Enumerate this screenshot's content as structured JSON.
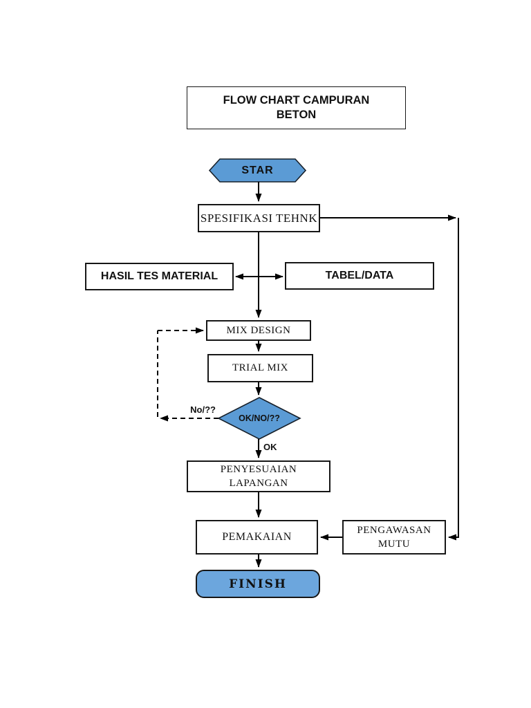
{
  "title": {
    "line1": "FLOW CHART CAMPURAN",
    "line2": "BETON"
  },
  "colors": {
    "shape_blue": "#5B9BD5",
    "finish_blue": "#6CA6DD",
    "line_black": "#000000"
  },
  "nodes": {
    "start": "STAR",
    "spec": "SPESIFIKASI TEHNK",
    "hasil": "HASIL TES MATERIAL",
    "tabel": "TABEL/DATA",
    "mix": "MIX DESIGN",
    "trial": "TRIAL MIX",
    "decision": "OK/NO/??",
    "penyesuaian_line1": "PENYESUAIAN",
    "penyesuaian_line2": "LAPANGAN",
    "pemakaian": "PEMAKAIAN",
    "pengawasan_line1": "PENGAWASAN",
    "pengawasan_line2": "MUTU",
    "finish": "FINISH"
  },
  "labels": {
    "no_branch": "No/??",
    "ok_branch": "OK"
  }
}
